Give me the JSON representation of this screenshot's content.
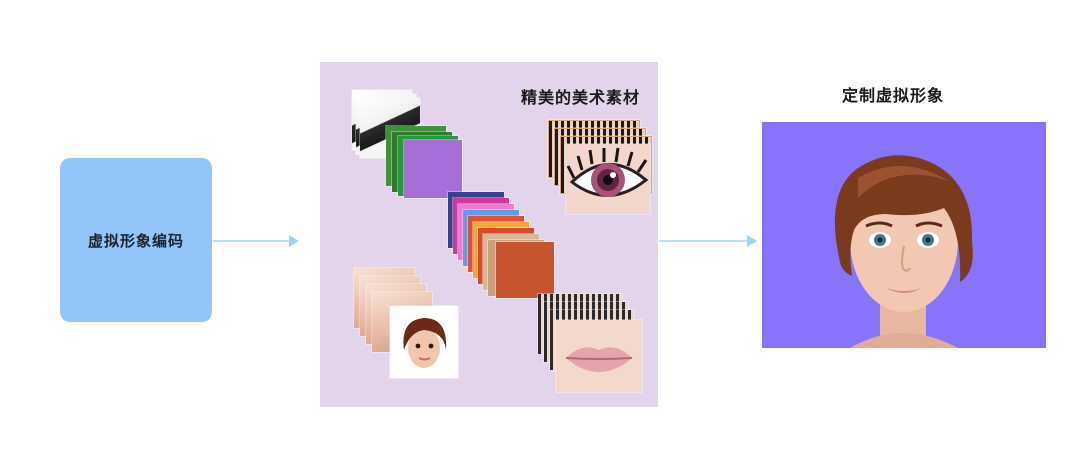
{
  "left": {
    "label": "虚拟形象编码"
  },
  "panel": {
    "title": "精美的美术素材",
    "background": "#e3d4eb",
    "color_swatches": [
      "#a56fd6",
      "#3f8f3c",
      "#2f7a2c",
      "#279b3a",
      "#e35a2b"
    ],
    "palette_stack": [
      "#3b3f8f",
      "#c83c9c",
      "#f07ad1",
      "#5aa0e6",
      "#e3503a",
      "#f2a93b",
      "#d94b2f",
      "#d4b89a",
      "#caa07e",
      "#c4552f"
    ]
  },
  "right": {
    "title": "定制虚拟形象",
    "background": "#8873fd"
  },
  "colors": {
    "encode_box": "#93c5fb",
    "arrow": "#b9e1f6"
  }
}
